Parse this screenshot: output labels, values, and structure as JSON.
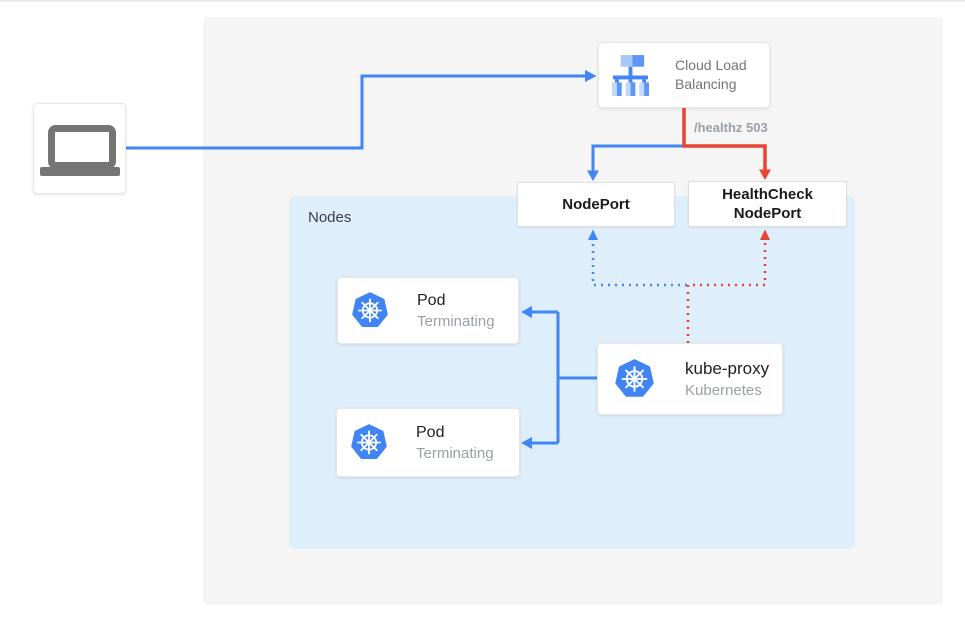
{
  "client": {
    "icon": "laptop-icon"
  },
  "cloud_load_balancing": {
    "title": "Cloud Load Balancing",
    "icon": "load-balancer-icon"
  },
  "healthz_label": "/healthz 503",
  "nodeport": {
    "label": "NodePort"
  },
  "healthcheck_nodeport": {
    "line1": "HealthCheck",
    "line2": "NodePort"
  },
  "nodes_group": {
    "label": "Nodes"
  },
  "pods": [
    {
      "title": "Pod",
      "subtitle": "Terminating",
      "icon": "kubernetes-icon"
    },
    {
      "title": "Pod",
      "subtitle": "Terminating",
      "icon": "kubernetes-icon"
    }
  ],
  "kube_proxy": {
    "title": "kube-proxy",
    "subtitle": "Kubernetes",
    "icon": "kubernetes-icon"
  },
  "colors": {
    "blue": "#4285f4",
    "red": "#ea4335",
    "nodes_bg": "#dfeefb",
    "panel_bg": "#f5f5f5",
    "title_text": "#212121",
    "muted_text": "#9aa0a6",
    "icon_gray": "#757575"
  },
  "connectors": [
    {
      "from": "client",
      "to": "cloud-load-balancing",
      "style": "solid",
      "color": "blue"
    },
    {
      "from": "cloud-load-balancing",
      "to": "nodeport",
      "style": "solid",
      "color": "blue"
    },
    {
      "from": "cloud-load-balancing",
      "to": "healthcheck-nodeport",
      "style": "solid",
      "color": "red",
      "label": "/healthz 503"
    },
    {
      "from": "kube-proxy",
      "to": "nodeport",
      "style": "dotted",
      "color": "blue"
    },
    {
      "from": "kube-proxy",
      "to": "healthcheck-nodeport",
      "style": "dotted",
      "color": "red"
    },
    {
      "from": "kube-proxy",
      "to": "pod-1",
      "style": "solid",
      "color": "blue"
    },
    {
      "from": "kube-proxy",
      "to": "pod-2",
      "style": "solid",
      "color": "blue"
    }
  ]
}
